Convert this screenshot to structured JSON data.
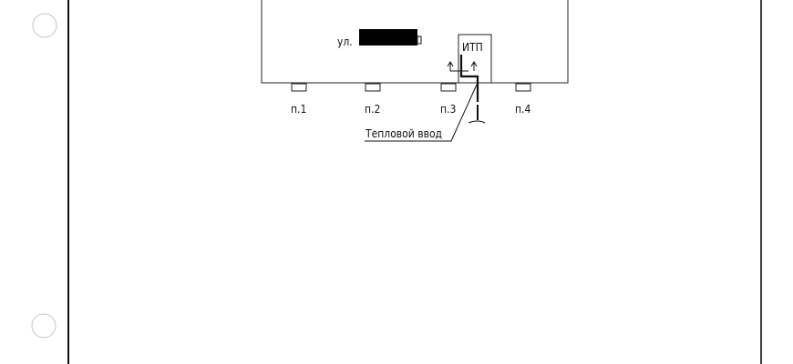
{
  "drawing": {
    "street_label": "ул.",
    "itp_label": "ИТП",
    "entrances": [
      "п.1",
      "п.2",
      "п.3",
      "п.4"
    ],
    "heat_input_label": "Тепловой ввод"
  },
  "colors": {
    "line": "#111111",
    "paper": "#ffffff",
    "hole": "#bbbbbb"
  }
}
